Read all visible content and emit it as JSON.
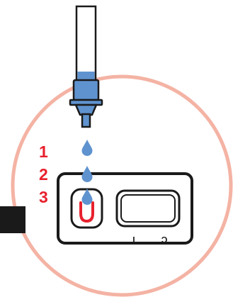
{
  "colors": {
    "accent_red": "#e8212e",
    "drop_blue": "#5f93cf",
    "ring_peach": "#f4b3a4",
    "outline": "#1a1a1a",
    "dark_block": "#1a1a1a"
  },
  "steps": [
    {
      "number": "1",
      "drop": "drop-icon"
    },
    {
      "number": "2",
      "drop": "drop-icon"
    },
    {
      "number": "3",
      "drop": "drop-icon"
    }
  ],
  "cassette": {
    "sample_well": "sample-well-icon",
    "test_label": "T",
    "control_label": "C"
  },
  "dropper": "dropper-icon"
}
